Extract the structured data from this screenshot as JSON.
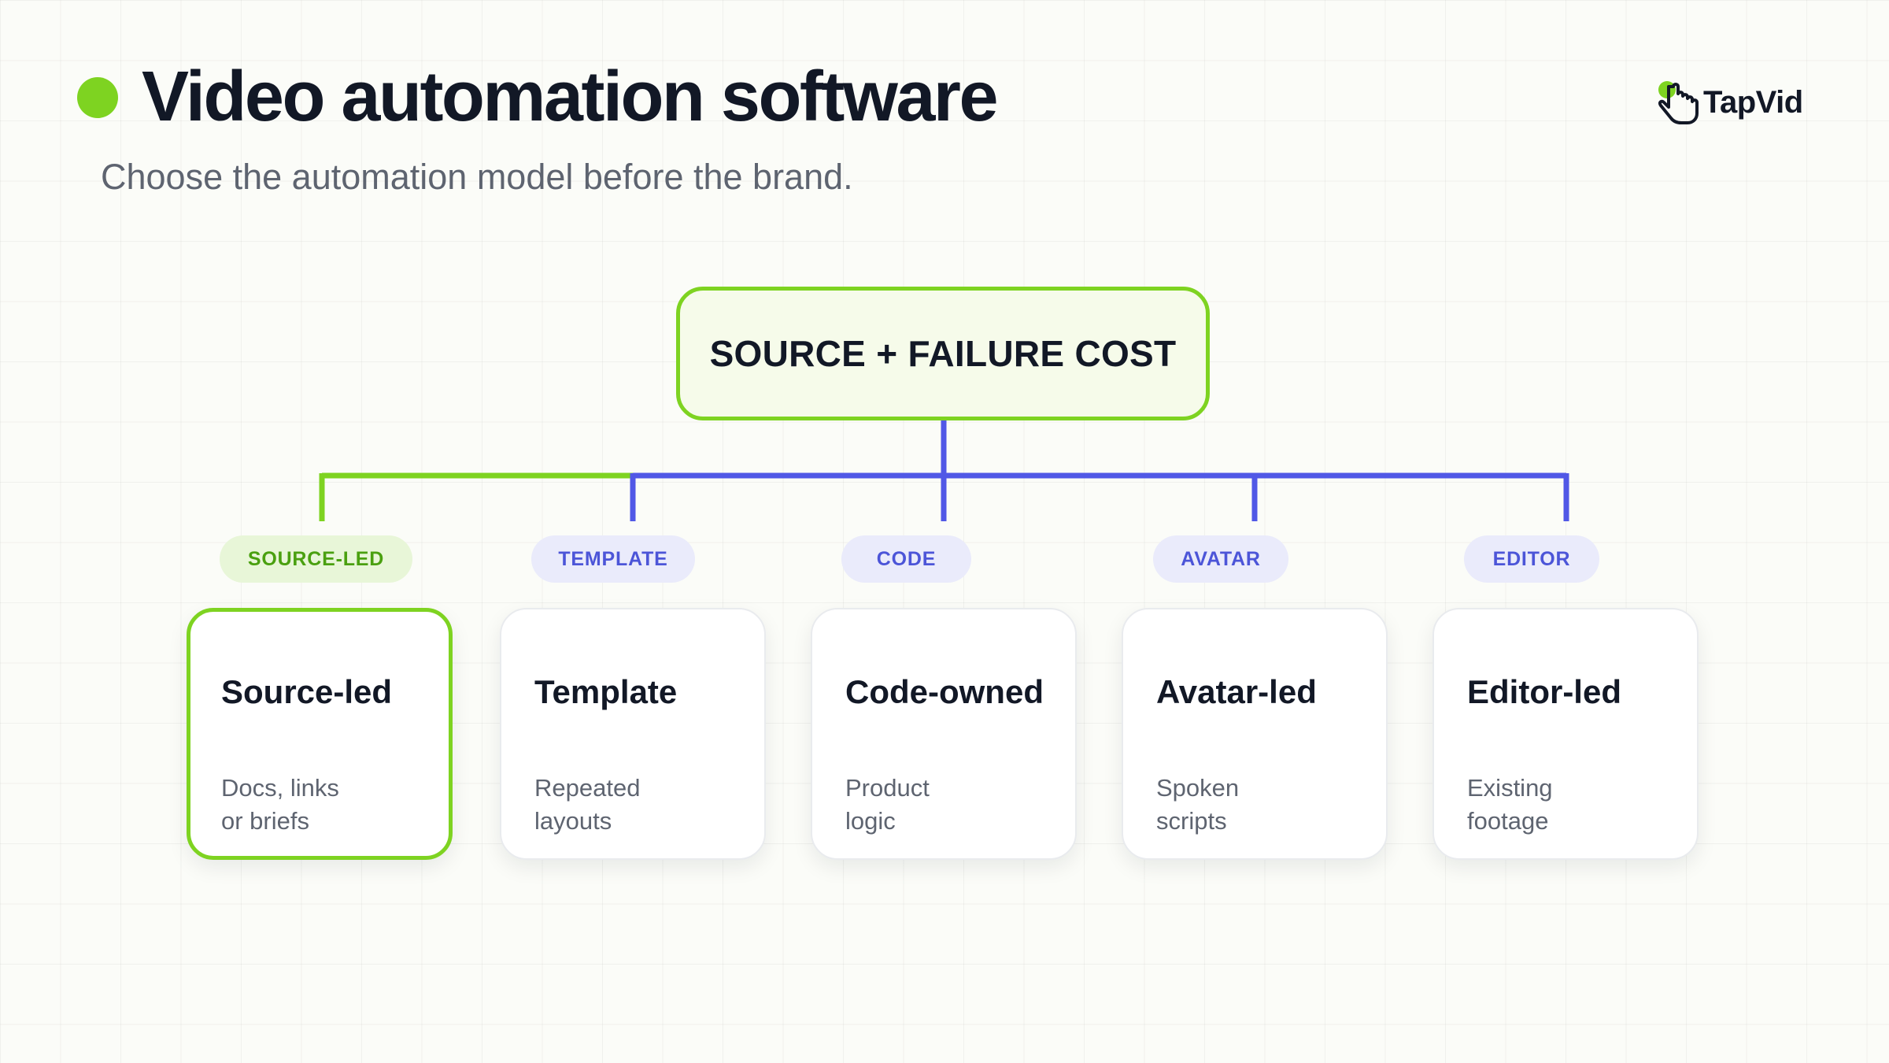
{
  "header": {
    "title": "Video automation software",
    "subtitle": "Choose the automation model before the brand."
  },
  "logo": {
    "text": "TapVid",
    "icon": "pointer-hand-icon"
  },
  "colors": {
    "accent_green": "#7ed321",
    "accent_blue": "#5158e6",
    "text_dark": "#121826",
    "text_muted": "#5e6470"
  },
  "diagram": {
    "root": {
      "label": "SOURCE + FAILURE COST"
    },
    "branches": [
      {
        "tag": "SOURCE-LED",
        "title": "Source-led",
        "desc_line1": "Docs, links",
        "desc_line2": "or briefs",
        "highlighted": true
      },
      {
        "tag": "TEMPLATE",
        "title": "Template",
        "desc_line1": "Repeated",
        "desc_line2": "layouts",
        "highlighted": false
      },
      {
        "tag": "CODE",
        "title": "Code-owned",
        "desc_line1": "Product",
        "desc_line2": "logic",
        "highlighted": false
      },
      {
        "tag": "AVATAR",
        "title": "Avatar-led",
        "desc_line1": "Spoken",
        "desc_line2": "scripts",
        "highlighted": false
      },
      {
        "tag": "EDITOR",
        "title": "Editor-led",
        "desc_line1": "Existing",
        "desc_line2": "footage",
        "highlighted": false
      }
    ]
  }
}
